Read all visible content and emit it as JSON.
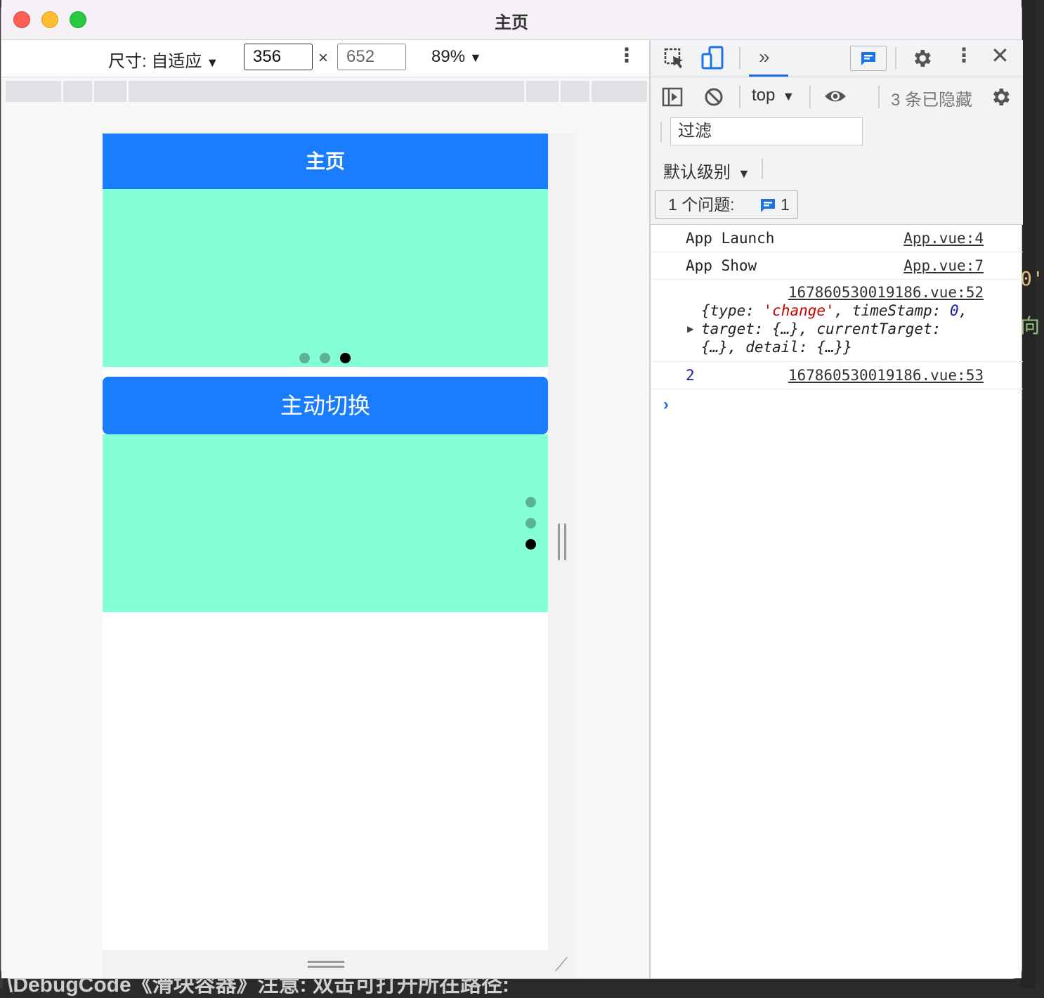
{
  "window": {
    "title": "主页"
  },
  "device_toolbar": {
    "dimensions_label": "尺寸: 自适应",
    "width": "356",
    "height": "652",
    "zoom": "89%"
  },
  "page": {
    "nav_title": "主页",
    "switch_button": "主动切换",
    "swiper1": {
      "count": 3,
      "active_index": 2
    },
    "swiper2": {
      "count": 3,
      "active_index": 2,
      "vertical": true
    },
    "swiper_color": "#85ffd5",
    "primary_color": "#1a7cff"
  },
  "devtools": {
    "context": "top",
    "hidden_count": "3 条已隐藏",
    "filter_placeholder": "过滤",
    "level": "默认级别",
    "issues_label": "1 个问题:",
    "issues_count": "1",
    "logs": [
      {
        "text": "App Launch",
        "source": "App.vue:4"
      },
      {
        "text": "App Show",
        "source": "App.vue:7"
      },
      {
        "source": "167860530019186.vue:52",
        "obj_line1_a": "{type: ",
        "obj_line1_str": "'change'",
        "obj_line1_b": ", timeStamp: ",
        "obj_line1_num": "0",
        "obj_line1_c": ",",
        "obj_line2": "target: {…}, currentTarget:",
        "obj_line3": "{…}, detail: {…}}"
      },
      {
        "text": "2",
        "source": "167860530019186.vue:53"
      }
    ]
  },
  "background": {
    "bottom_text": "\\DebugCode《滑块容器》注意: 双击可打开所在路径:",
    "right_snip1": "0'",
    "right_snip2": "向"
  }
}
